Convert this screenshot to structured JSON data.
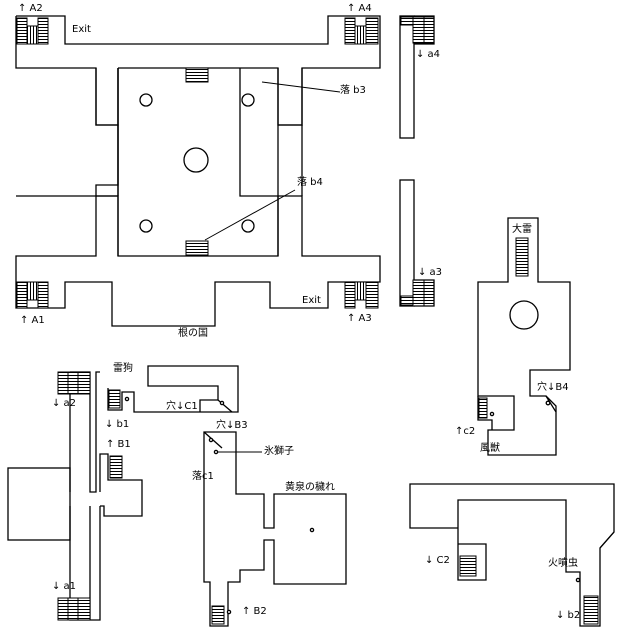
{
  "labels": {
    "a2_up": "↑ A2",
    "a4_up": "↑ A4",
    "exit_top": "Exit",
    "a4_down": "↓ a4",
    "fall_b3": "落 b3",
    "fall_b4": "落 b4",
    "a3_down": "↓ a3",
    "a1_up": "↑ A1",
    "a3_up": "↑ A3",
    "exit_bottom": "Exit",
    "ne_no_kuni": "根の国",
    "ooikazuchi": "大雷",
    "hole_b4": "穴↓B4",
    "c2_up": "↑c2",
    "fuujuu": "風獣",
    "raiku": "雷狗",
    "a2_down": "↓ a2",
    "b1_down": "↓ b1",
    "b1_up": "↑ B1",
    "hole_c1": "穴↓C1",
    "hole_b3": "穴↓B3",
    "hyoushishi": "氷獅子",
    "fall_c1": "落c1",
    "yomi_edge": "黄泉の穢れ",
    "a1_down": "↓ a1",
    "b2_up": "↑ B2",
    "c2_down": "↓ C2",
    "kafunmushi": "火噴虫",
    "b2_down": "↓ b2"
  }
}
